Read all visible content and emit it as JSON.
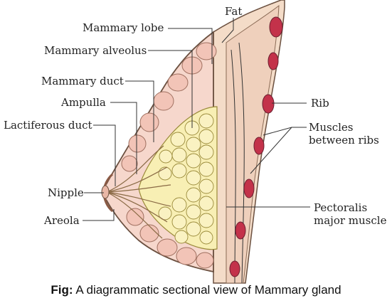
{
  "labels": {
    "fat": "Fat",
    "mammary_lobe": "Mammary lobe",
    "mammary_alveolus": "Mammary alveolus",
    "mammary_duct": "Mammary duct",
    "ampulla": "Ampulla",
    "lactiferous_duct": "Lactiferous duct",
    "nipple": "Nipple",
    "areola": "Areola",
    "rib": "Rib",
    "muscles_line1": "Muscles",
    "muscles_line2": "between ribs",
    "pectoralis_line1": "Pectoralis",
    "pectoralis_line2": "major muscle"
  },
  "caption": {
    "prefix": "Fig:",
    "text": " A diagrammatic sectional view of Mammary gland"
  },
  "colors": {
    "skin_fill": "#f6d7cc",
    "fat_lobule": "#f2c4b7",
    "gland_fill": "#f8efb4",
    "gland_stroke": "#9a8a3a",
    "rib_fill": "#c3324a",
    "muscle_fill": "#f4dcc8",
    "outline": "#6b5040"
  }
}
